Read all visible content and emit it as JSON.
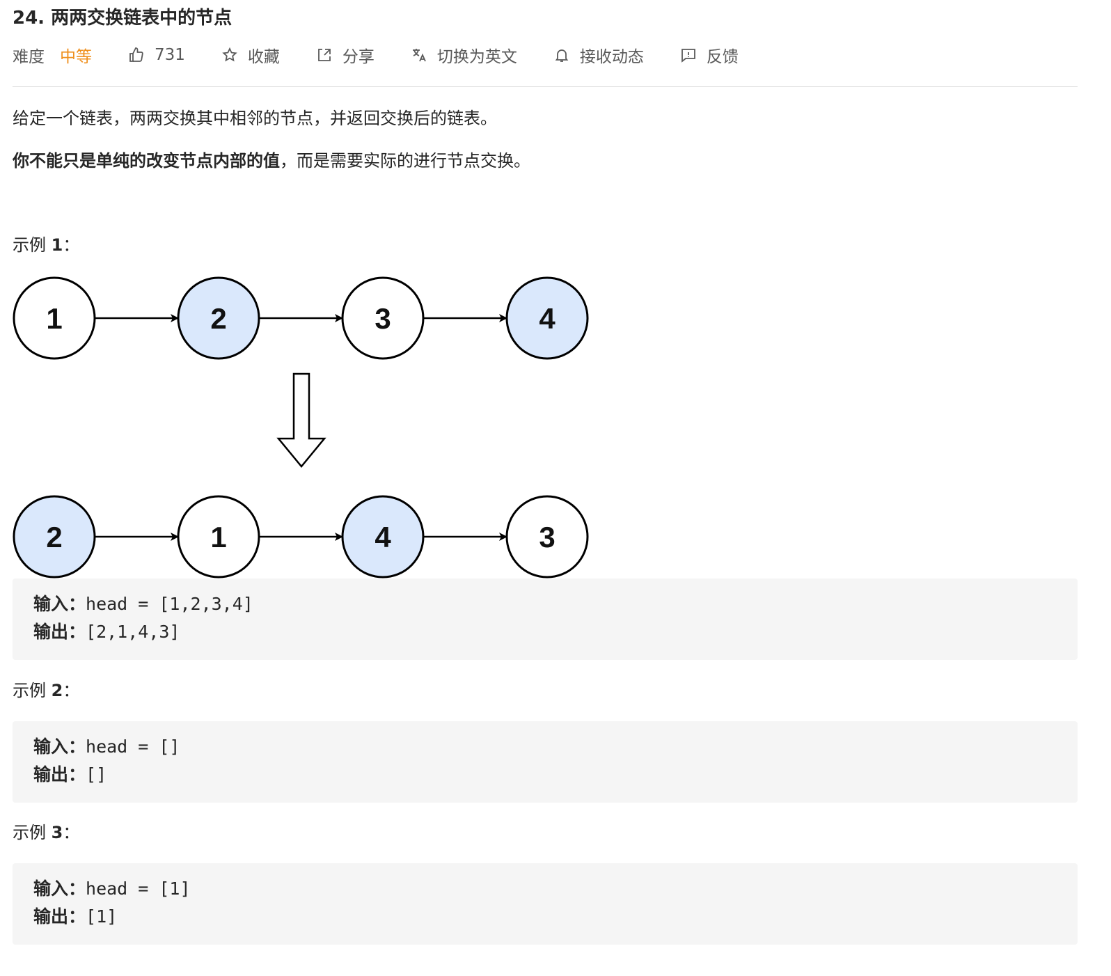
{
  "problem": {
    "title": "24. 两两交换链表中的节点",
    "difficulty_label": "难度",
    "difficulty_value": "中等",
    "likes": "731",
    "favorite": "收藏",
    "share": "分享",
    "switch_lang": "切换为英文",
    "subscribe": "接收动态",
    "feedback": "反馈"
  },
  "description": {
    "para1": "给定一个链表，两两交换其中相邻的节点，并返回交换后的链表。",
    "para2_bold": "你不能只是单纯的改变节点内部的值",
    "para2_rest": "，而是需要实际的进行节点交换。"
  },
  "examples": [
    {
      "title_prefix": "示例 ",
      "title_num": "1",
      "title_suffix": "：",
      "input_label": "输入：",
      "input_value": "head = [1,2,3,4]",
      "output_label": "输出：",
      "output_value": "[2,1,4,3]"
    },
    {
      "title_prefix": "示例 ",
      "title_num": "2",
      "title_suffix": "：",
      "input_label": "输入：",
      "input_value": "head = []",
      "output_label": "输出：",
      "output_value": "[]"
    },
    {
      "title_prefix": "示例 ",
      "title_num": "3",
      "title_suffix": "：",
      "input_label": "输入：",
      "input_value": "head = [1]",
      "output_label": "输出：",
      "output_value": "[1]"
    }
  ],
  "diagram": {
    "before": [
      "1",
      "2",
      "3",
      "4"
    ],
    "after": [
      "2",
      "1",
      "4",
      "3"
    ],
    "highlight_fill": "#dae8fc",
    "plain_fill": "#ffffff"
  },
  "colors": {
    "difficulty_medium": "#ef8f1c",
    "code_bg": "#f5f5f5"
  }
}
